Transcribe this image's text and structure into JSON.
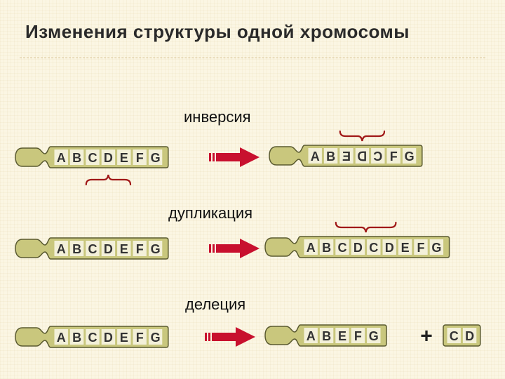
{
  "title": "Изменения структуры одной хромосомы",
  "colors": {
    "chromosome_fill": "#c9c77d",
    "chromosome_stroke": "#5a5a30",
    "band_fill": "#f3f0d9",
    "arrow": "#c8102e",
    "bracket": "#a01818"
  },
  "rows": [
    {
      "label": "инверсия",
      "original": [
        "A",
        "B",
        "C",
        "D",
        "E",
        "F",
        "G"
      ],
      "result": [
        "A",
        "B",
        "Ǝ",
        "ᗡ",
        "Ɔ",
        "F",
        "G"
      ],
      "result_mirrored": [
        false,
        false,
        true,
        true,
        true,
        false,
        false
      ],
      "icons": [
        "chromosome",
        "arrow-right-icon",
        "bracket-icon"
      ]
    },
    {
      "label": "дупликация",
      "original": [
        "A",
        "B",
        "C",
        "D",
        "E",
        "F",
        "G"
      ],
      "result": [
        "A",
        "B",
        "C",
        "D",
        "C",
        "D",
        "E",
        "F",
        "G"
      ],
      "icons": [
        "chromosome",
        "arrow-right-icon",
        "bracket-icon"
      ]
    },
    {
      "label": "делеция",
      "original": [
        "A",
        "B",
        "C",
        "D",
        "E",
        "F",
        "G"
      ],
      "result": [
        "A",
        "B",
        "E",
        "F",
        "G"
      ],
      "fragment": [
        "C",
        "D"
      ],
      "plus_sign": "+",
      "icons": [
        "chromosome",
        "arrow-right-icon",
        "plus-icon"
      ]
    }
  ]
}
